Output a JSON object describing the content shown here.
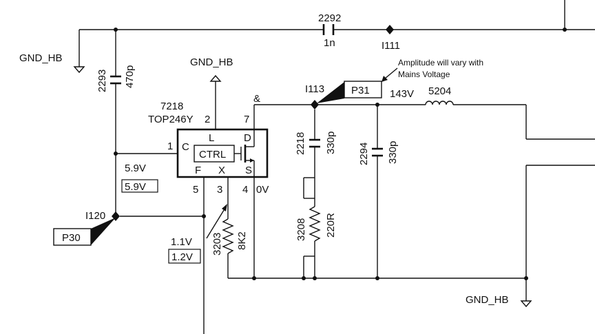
{
  "diagram": {
    "ground_labels": [
      "GND_HB",
      "GND_HB",
      "GND_HB"
    ],
    "note": [
      "Amplitude will vary with",
      "Mains Voltage"
    ],
    "ic": {
      "ref": "7218",
      "part": "TOP246Y",
      "block": "CTRL",
      "pins": {
        "L": "L",
        "C": "C",
        "D": "D",
        "F": "F",
        "X": "X",
        "S": "S"
      },
      "pin_numbers": {
        "p1": "1",
        "p2": "2",
        "p7": "7",
        "p5": "5",
        "p3": "3",
        "p4": "4"
      }
    },
    "components": {
      "c2292": {
        "ref": "2292",
        "value": "1n"
      },
      "c2293": {
        "ref": "2293",
        "value": "470p"
      },
      "c2218": {
        "ref": "2218",
        "value": "330p"
      },
      "c2294": {
        "ref": "2294",
        "value": "330p"
      },
      "r3203": {
        "ref": "3203",
        "value": "8K2"
      },
      "r3208": {
        "ref": "3208",
        "value": "220R"
      },
      "l5204": {
        "ref": "5204"
      }
    },
    "nodes": {
      "i111": "I111",
      "i113": "I113",
      "i120": "I120"
    },
    "test_points": {
      "p30": "P30",
      "p31": "P31"
    },
    "voltages": {
      "v_c": "5.9V",
      "v_c_box": "5.9V",
      "v_x": "1.1V",
      "v_x_box": "1.2V",
      "v_s": "0V",
      "v_d": "143V"
    },
    "misc": {
      "amp": "&"
    }
  }
}
